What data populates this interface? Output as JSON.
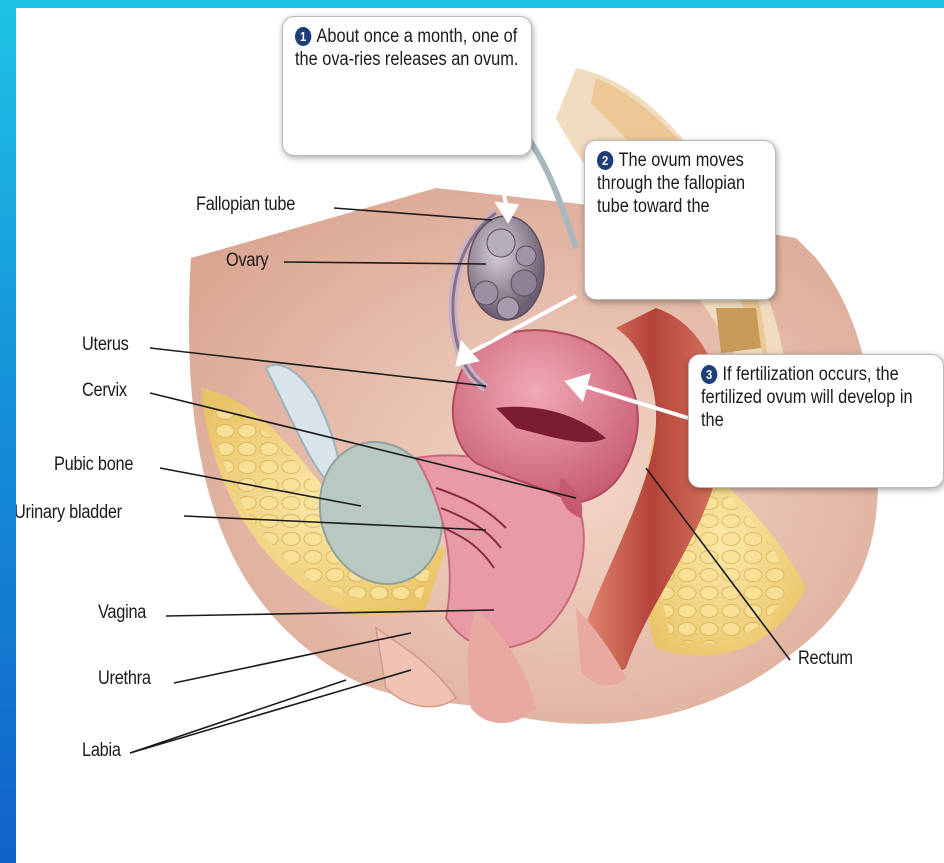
{
  "callouts": [
    {
      "step": "1",
      "text": "About once a month, one of the ova-ries releases an ovum."
    },
    {
      "step": "2",
      "text": "The ovum moves through the fallopian tube toward the"
    },
    {
      "step": "3",
      "text": "If fertilization occurs, the fertilized ovum will develop in the"
    }
  ],
  "labels": {
    "fallopian_tube": "Fallopian tube",
    "ovary": "Ovary",
    "uterus": "Uterus",
    "cervix": "Cervix",
    "pubic_bone": "Pubic bone",
    "urinary_bladder": "Urinary bladder",
    "vagina": "Vagina",
    "urethra": "Urethra",
    "labia": "Labia",
    "rectum": "Rectum"
  },
  "colors": {
    "background_top": "#1fc3e6",
    "background_bottom": "#1162c9",
    "step_badge": "#1d3e7a",
    "tissue_pink": "#d9748a",
    "fat_yellow": "#f0d584",
    "bladder_gray": "#b9c9c1"
  }
}
